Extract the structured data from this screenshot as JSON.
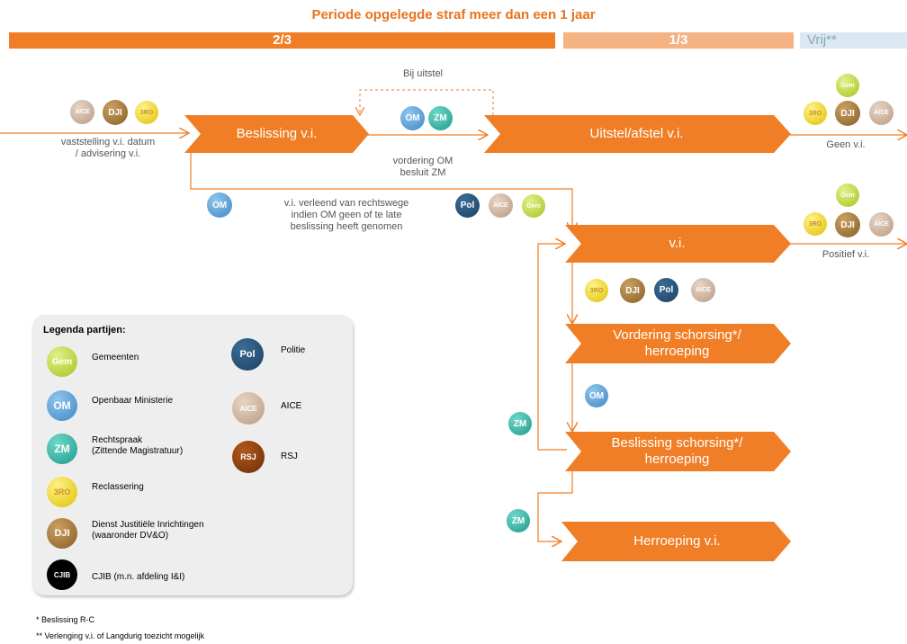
{
  "header": {
    "title": "Periode opgelegde straf meer dan een 1 jaar",
    "bar_two_thirds": "2/3",
    "bar_one_third": "1/3",
    "bar_free": "Vrij**"
  },
  "colors": {
    "orange": "#f07e26",
    "light_orange": "#f5b283",
    "light_blue": "#dbe7f3"
  },
  "flow": {
    "bij_uitstel": "Bij uitstel",
    "vaststelling": "vaststelling v.i. datum\n/ advisering v.i.",
    "beslissing_vi": "Beslissing v.i.",
    "uitstel_afstel": "Uitstel/afstel v.i.",
    "vordering_om": "vordering OM\nbesluit ZM",
    "geen_vi": "Geen v.i.",
    "vi_verleend": "v.i. verleend van rechtswege\nindien OM geen of te late\nbeslissing heeft genomen",
    "vi": "v.i.",
    "positief_vi": "Positief v.i.",
    "vordering_schorsing": "Vordering schorsing*/\nherroeping",
    "beslissing_schorsing": "Beslissing schorsing*/\nherroeping",
    "herroeping_vi": "Herroeping v.i."
  },
  "badges": {
    "aice": "AICE",
    "dji": "DJI",
    "ro": "3RO",
    "om": "OM",
    "zm": "ZM",
    "gem": "Gem",
    "pol": "Pol",
    "rsj": "RSJ",
    "cjib": "CJIB"
  },
  "legend": {
    "title": "Legenda partijen:",
    "gem": "Gemeenten",
    "om": "Openbaar Ministerie",
    "zm": "Rechtspraak\n(Zittende Magistratuur)",
    "ro": "Reclassering",
    "dji": "Dienst Justitiële Inrichtingen\n(waaronder DV&O)",
    "cjib": "CJIB (m.n. afdeling I&I)",
    "pol": "Politie",
    "aice": "AICE",
    "rsj": "RSJ"
  },
  "footnotes": {
    "f1": "* Beslissing R-C",
    "f2": "** Verlenging v.i. of Langdurig toezicht mogelijk"
  }
}
